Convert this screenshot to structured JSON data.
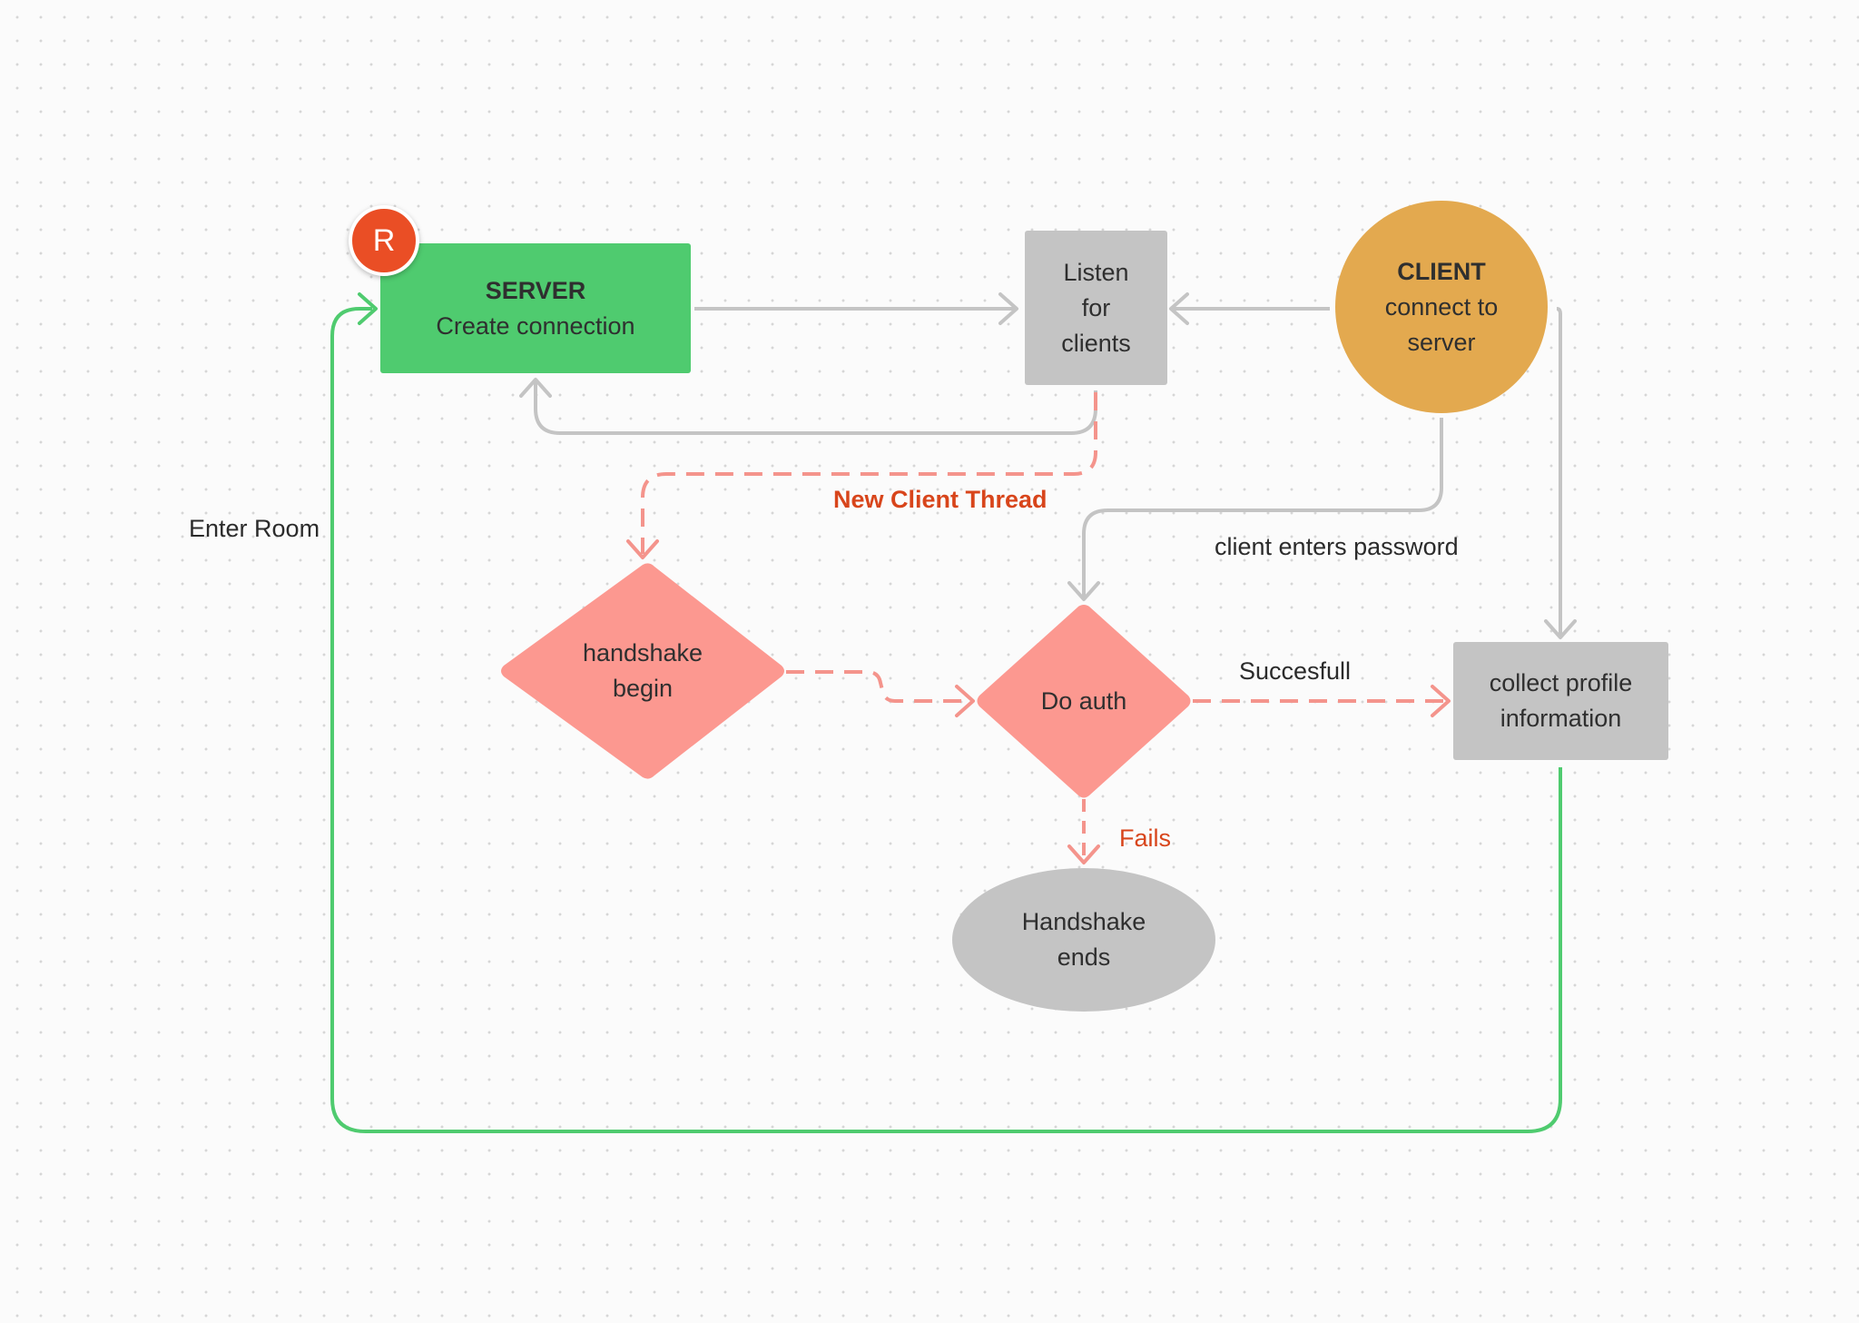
{
  "nodes": {
    "server": {
      "title": "SERVER",
      "subtitle": "Create connection"
    },
    "listen": {
      "lines": [
        "Listen",
        "for",
        "clients"
      ]
    },
    "client": {
      "title": "CLIENT",
      "lines": [
        "connect to",
        "server"
      ]
    },
    "handshake_begin": {
      "lines": [
        "handshake",
        "begin"
      ]
    },
    "do_auth": {
      "label": "Do auth"
    },
    "collect_profile": {
      "lines": [
        "collect profile",
        "information"
      ]
    },
    "handshake_ends": {
      "lines": [
        "Handshake",
        "ends"
      ]
    }
  },
  "edge_labels": {
    "new_client_thread": "New Client Thread",
    "client_enters_password": "client enters password",
    "succesfull": "Succesfull",
    "fails": "Fails",
    "enter_room": "Enter Room"
  },
  "avatar": {
    "initial": "R"
  },
  "colors": {
    "server_green": "#4fcb6f",
    "gray_node": "#c4c4c4",
    "client_gold": "#e3a94f",
    "diamond_pink": "#fc9890",
    "connector_gray": "#c4c4c4",
    "connector_pink_dashed": "#f4948c",
    "connector_green": "#4fcb6f",
    "label_red": "#d8451b",
    "avatar_red": "#ea4e25"
  }
}
